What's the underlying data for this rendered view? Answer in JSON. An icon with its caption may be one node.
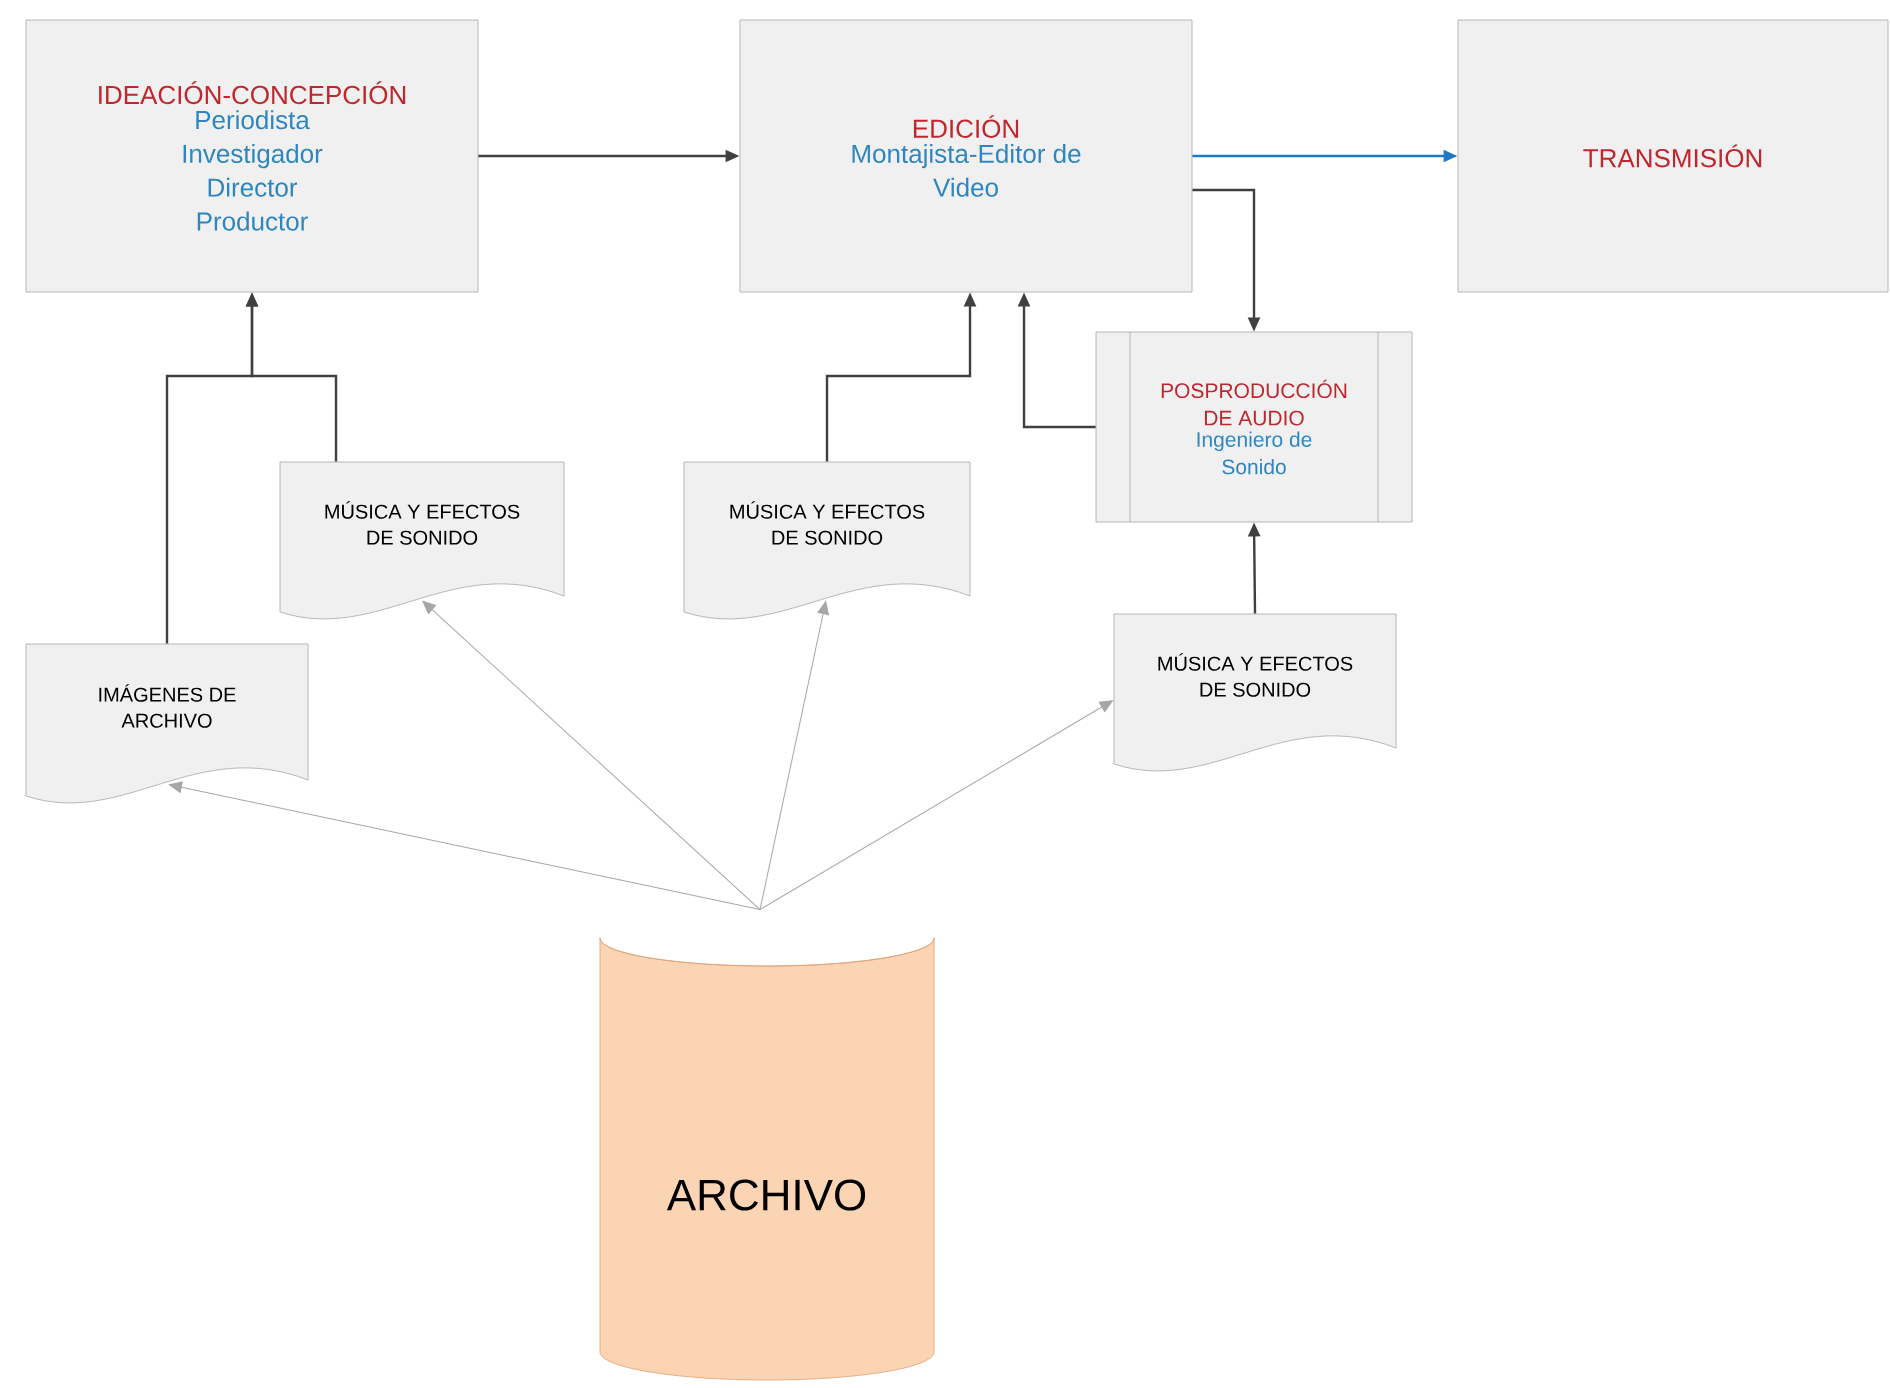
{
  "diagram": {
    "nodes": [
      {
        "text": [
          "IDEACIÓN-CONCEPCIÓN",
          "Periodista Investigador Director Productor"
        ]
      },
      {
        "text": [
          "EDICIÓN",
          "Montajista-Editor de Video"
        ]
      },
      {
        "text": [
          "TRANSMISIÓN"
        ]
      },
      {
        "text": [
          "POSPRODUCCIÓN DE AUDIO",
          "Ingeniero de Sonido"
        ]
      },
      {
        "text": [
          "MÚSICA Y EFECTOS DE SONIDO"
        ]
      },
      {
        "text": [
          "MÚSICA Y EFECTOS DE SONIDO"
        ]
      },
      {
        "text": [
          "MÚSICA Y EFECTOS DE SONIDO"
        ]
      },
      {
        "text": [
          "IMÁGENES DE ARCHIVO"
        ]
      },
      {
        "text": [
          "ARCHIVO"
        ]
      }
    ],
    "edges": [
      {
        "from": 7,
        "to": 0,
        "arrow": "to"
      },
      {
        "from": 4,
        "to": 0,
        "arrow": "to"
      },
      {
        "from": 0,
        "to": 1,
        "arrow": "to"
      },
      {
        "from": 1,
        "to": 2,
        "arrow": "to",
        "color": "#1f78c1"
      },
      {
        "from": 1,
        "to": 3,
        "arrow": "to"
      },
      {
        "from": 3,
        "to": 1,
        "arrow": "to"
      },
      {
        "from": 5,
        "to": 1,
        "arrow": "to"
      },
      {
        "from": 6,
        "to": 3,
        "arrow": "to"
      },
      {
        "from": 8,
        "to": 7,
        "arrow": "to",
        "color": "#a6a6a6"
      },
      {
        "from": 8,
        "to": 4,
        "arrow": "to",
        "color": "#a6a6a6"
      },
      {
        "from": 8,
        "to": 5,
        "arrow": "to",
        "color": "#a6a6a6"
      },
      {
        "from": 8,
        "to": 6,
        "arrow": "to",
        "color": "#a6a6a6"
      }
    ]
  }
}
